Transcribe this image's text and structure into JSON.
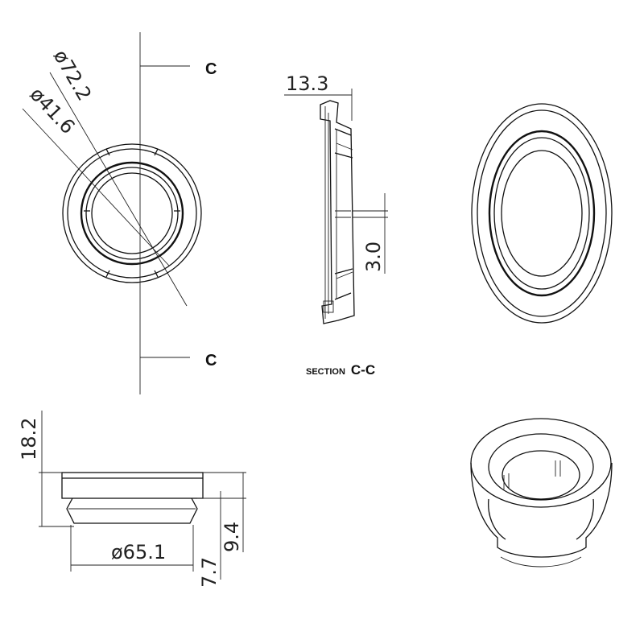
{
  "section_letters": {
    "top": "C",
    "bottom": "C"
  },
  "section_caption": {
    "prefix": "SECTION",
    "suffix": "C-C"
  },
  "dimensions": {
    "outer_diameter": "ø72.2",
    "inner_diameter": "ø41.6",
    "section_width": "13.3",
    "notch": "3.0",
    "total_height": "18.2",
    "base_diameter": "ø65.1",
    "step_height": "9.4",
    "lower_height": "7.7"
  },
  "colors": {
    "line": "#111111",
    "background": "#ffffff"
  }
}
